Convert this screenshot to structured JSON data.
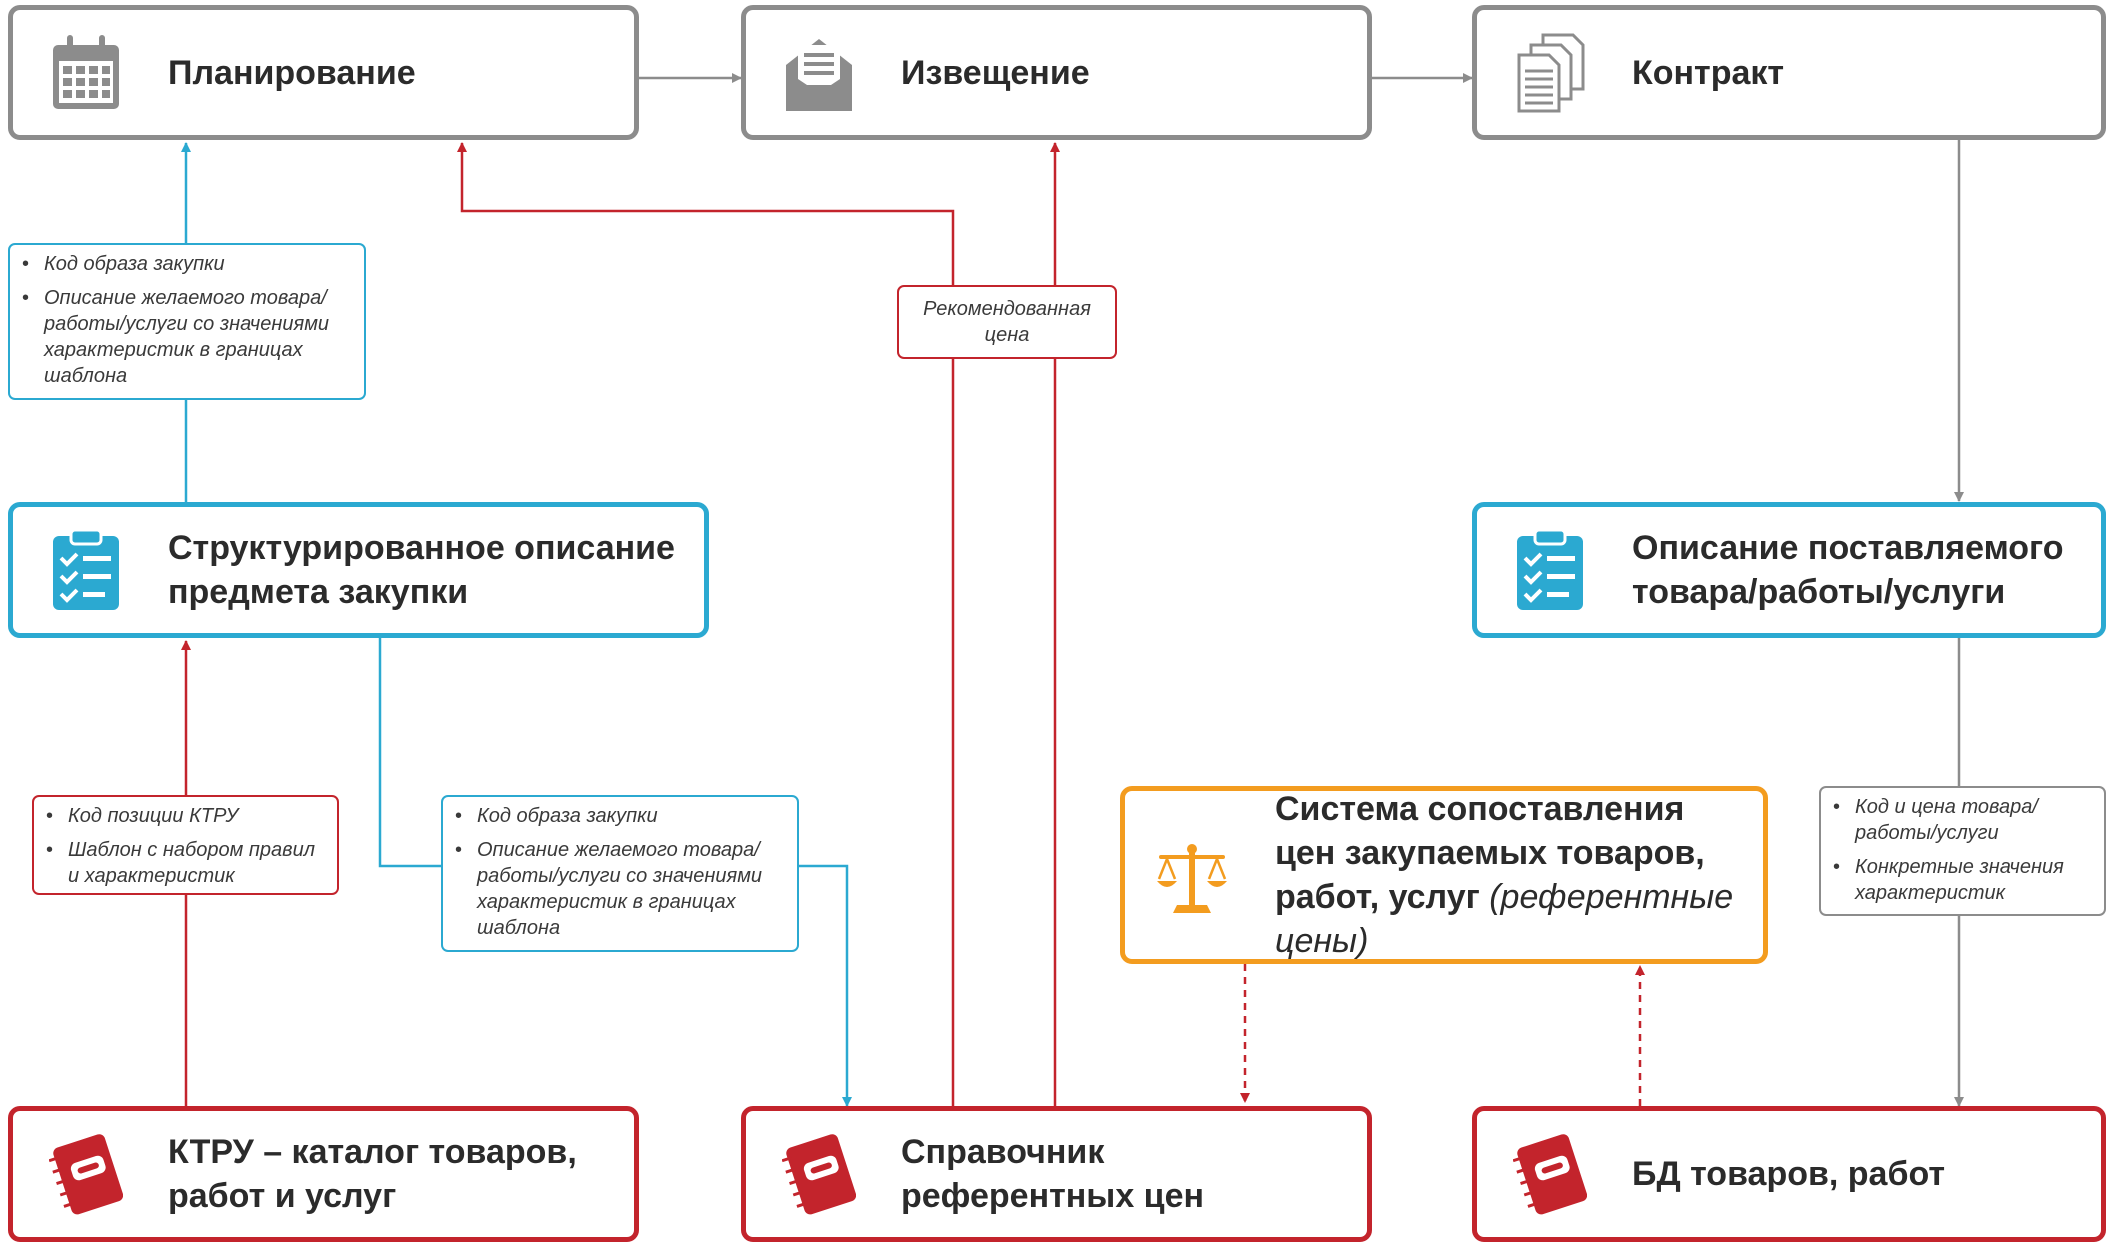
{
  "boxes": {
    "planning": "Планирование",
    "notice": "Извещение",
    "contract": "Контракт",
    "structured_description": "Структурированное описание предмета закупки",
    "supplied_description": "Описание поставляемого товара/работы/услуги",
    "price_comparison": "Система сопоставления цен закупаемых товаров, работ, услуг",
    "price_comparison_italic": "(референтные цены)",
    "ktru": "КТРУ – каталог товаров, работ и услуг",
    "reference_prices": "Справочник референтных цен",
    "goods_db": "БД товаров, работ"
  },
  "notes": {
    "planning_input": [
      "Код образа закупки",
      "Описание желаемого товара/ работы/услуги со значениями характеристик в границах шаблона"
    ],
    "recommended_price": "Рекомендованная цена",
    "ktru_output": [
      "Код позиции КТРУ",
      "Шаблон с набором правил и характеристик"
    ],
    "structured_output": [
      "Код образа закупки",
      "Описание желаемого товара/ работы/услуги со значениями характеристик в границах шаблона"
    ],
    "contract_output": [
      "Код и цена товара/ работы/услуги",
      "Конкретные значения характеристик"
    ]
  },
  "icons": {
    "planning": "calendar-icon",
    "notice": "envelope-icon",
    "contract": "documents-icon",
    "structured_description": "checklist-icon",
    "supplied_description": "checklist-icon",
    "price_comparison": "scales-icon",
    "ktru": "notebook-icon",
    "reference_prices": "notebook-icon",
    "goods_db": "notebook-icon"
  },
  "colors": {
    "gray": "#8c8c8c",
    "blue": "#2ba9d1",
    "red": "#c3242c",
    "orange": "#f39c1f",
    "text": "#2b2b2b"
  }
}
